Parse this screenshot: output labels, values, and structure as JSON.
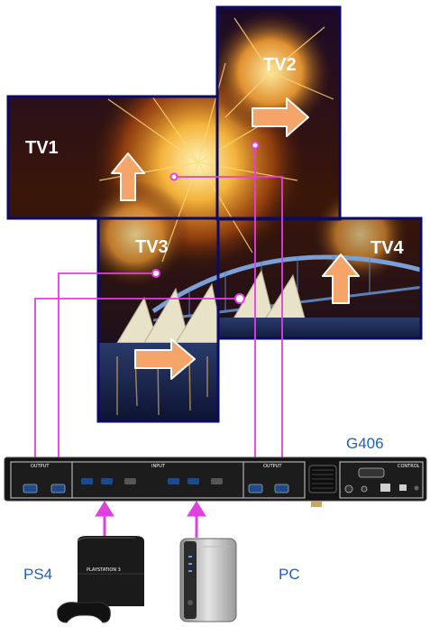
{
  "diagram": {
    "screens": [
      {
        "id": "tv1",
        "label": "TV1"
      },
      {
        "id": "tv2",
        "label": "TV2"
      },
      {
        "id": "tv3",
        "label": "TV3"
      },
      {
        "id": "tv4",
        "label": "TV4"
      }
    ],
    "device": {
      "model": "G406",
      "sections": {
        "output_left": "OUTPUT",
        "input": "INPUT",
        "output_right": "OUTPUT",
        "control": "CONTROL"
      }
    },
    "sources": [
      {
        "id": "ps4",
        "label": "PS4",
        "console_text": "PLAYSTATION 3"
      },
      {
        "id": "pc",
        "label": "PC"
      }
    ],
    "colors": {
      "cable": "#e83be8",
      "source_arrow": "#e040e0",
      "direction_arrow": "#f5a46a",
      "label_blue": "#1f5fbf",
      "screen_border": "#0a0a6a"
    }
  }
}
